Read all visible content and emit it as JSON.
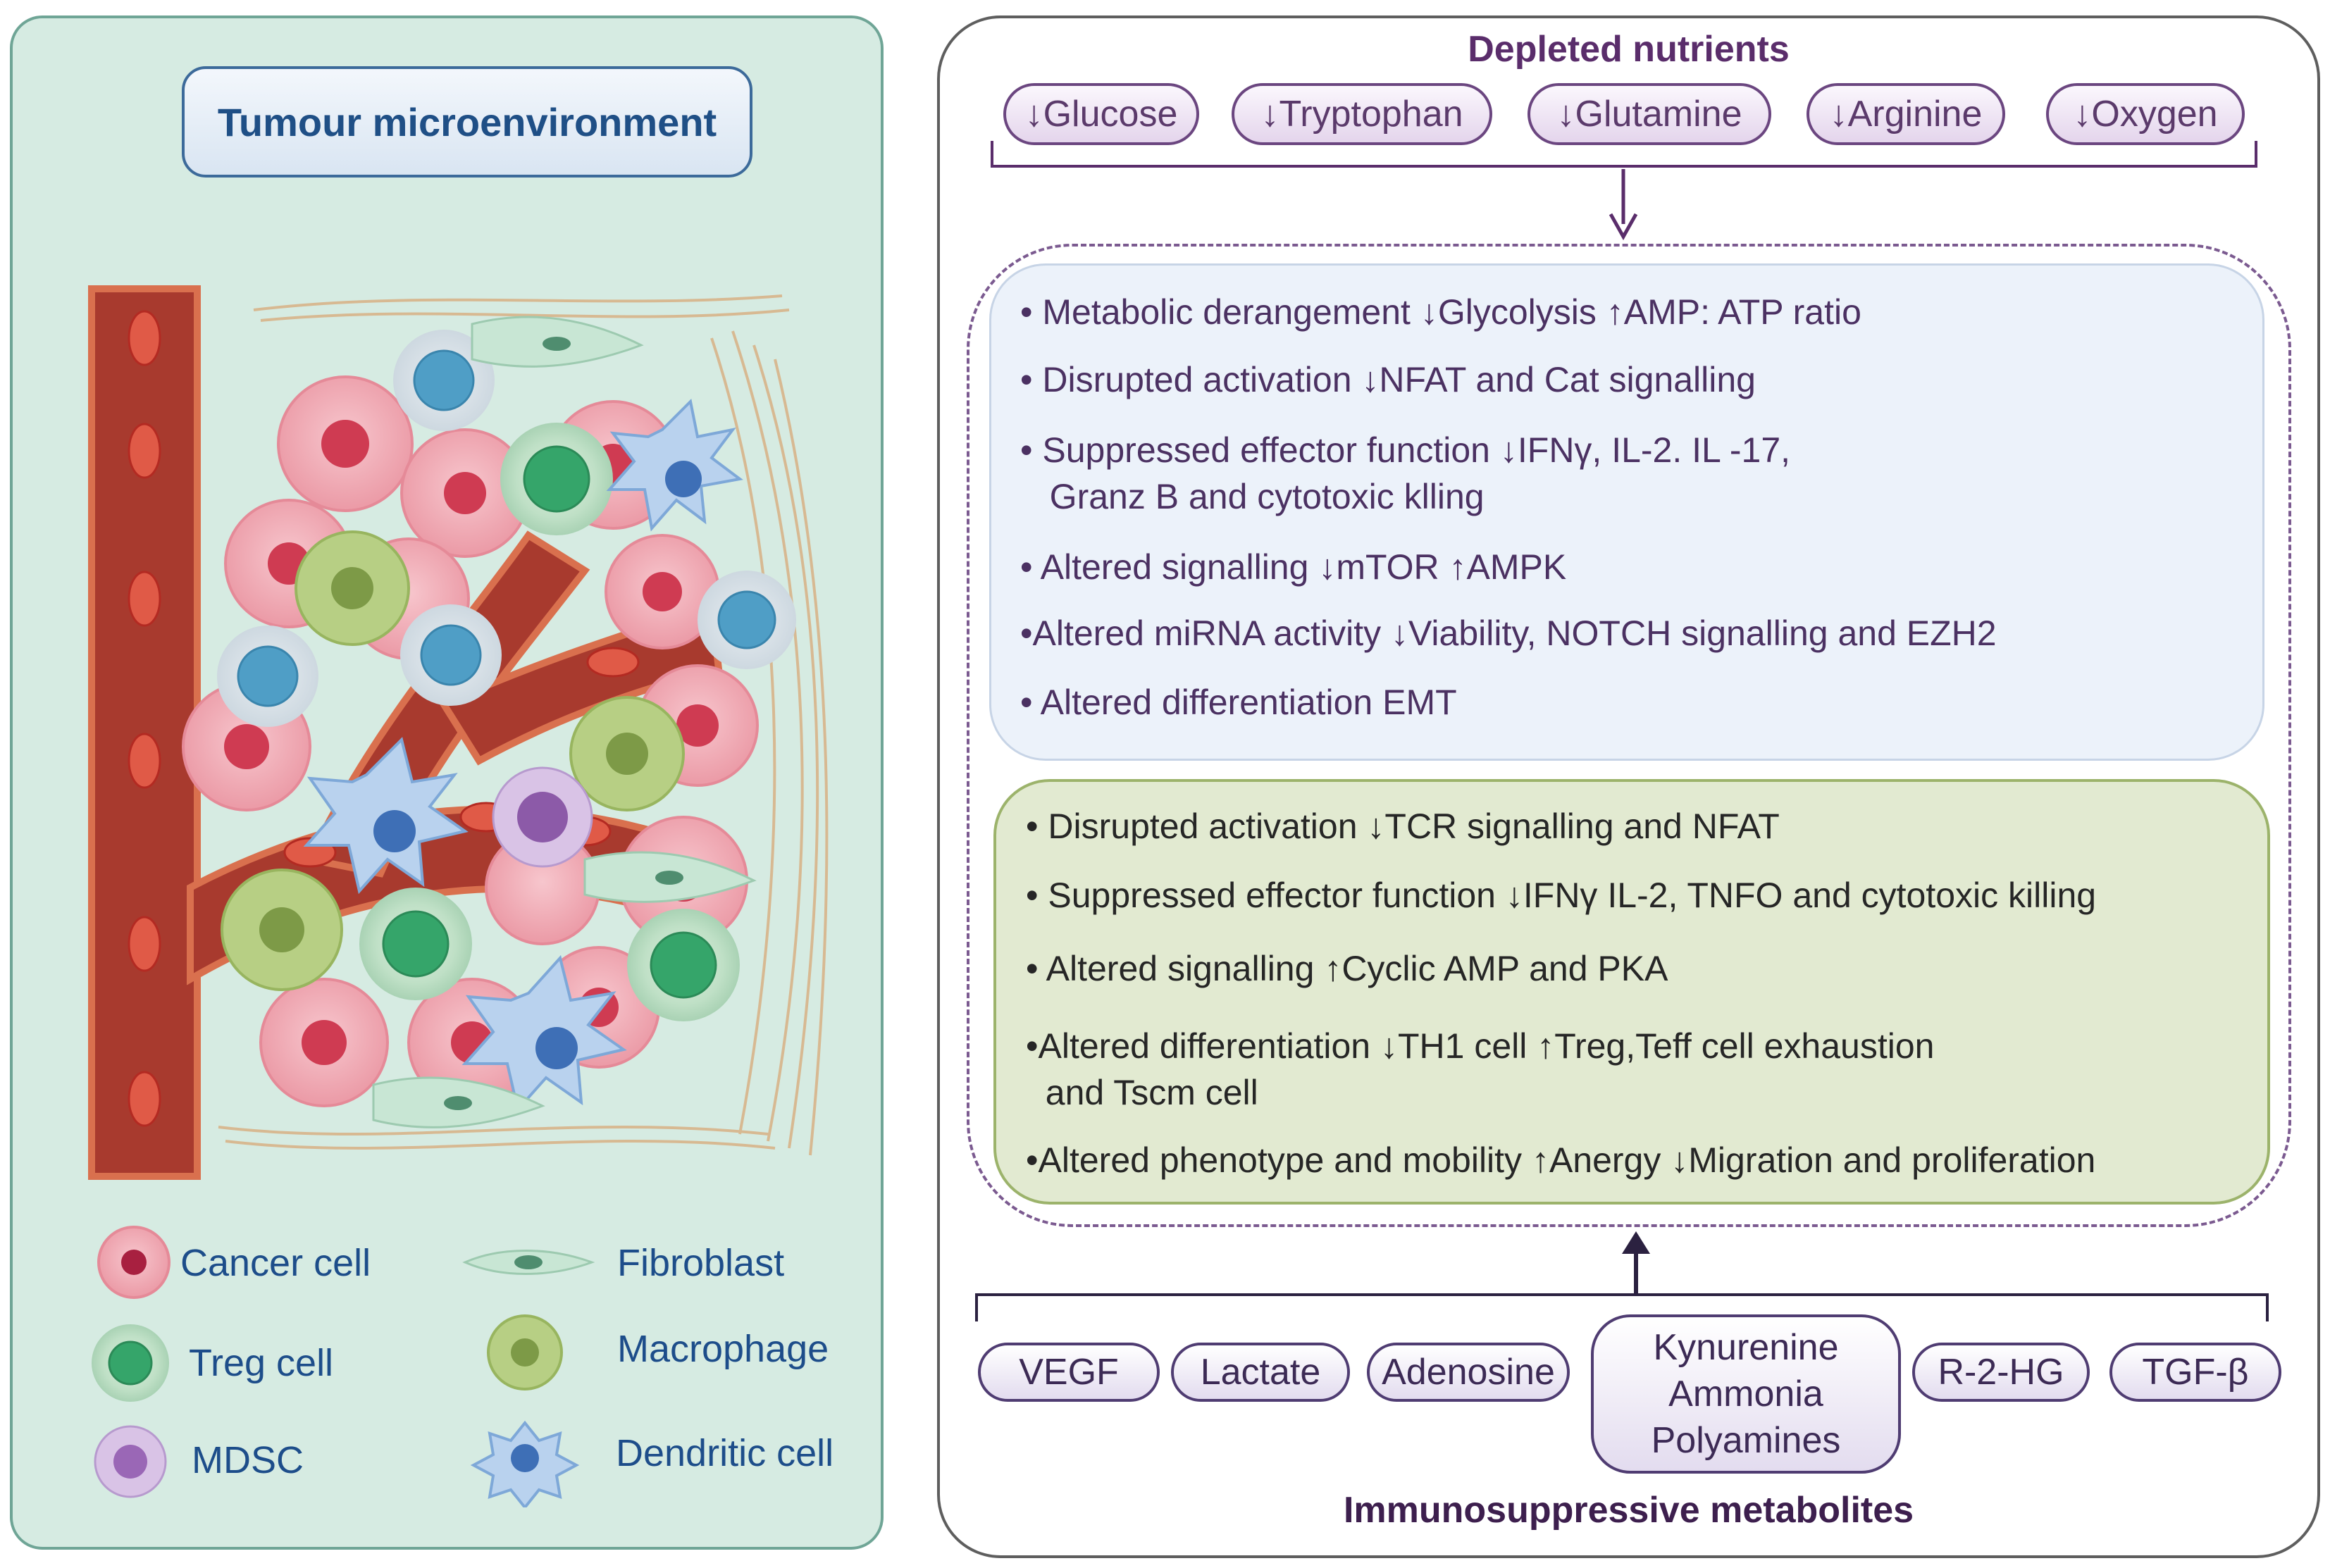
{
  "left_panel": {
    "title": "Tumour microenvironment",
    "legend": [
      {
        "label": "Cancer cell",
        "icon": "cancer-cell-icon"
      },
      {
        "label": "Fibroblast",
        "icon": "fibroblast-icon"
      },
      {
        "label": "Treg cell",
        "icon": "treg-cell-icon"
      },
      {
        "label": "Macrophage",
        "icon": "macrophage-icon"
      },
      {
        "label": "MDSC",
        "icon": "mdsc-icon"
      },
      {
        "label": "Dendritic cell",
        "icon": "dendritic-cell-icon"
      }
    ]
  },
  "right_panel": {
    "depleted_title": "Depleted nutrients",
    "nutrients": [
      "↓Glucose",
      "↓Tryptophan",
      "↓Glutamine",
      "↓Arginine",
      "↓Oxygen"
    ],
    "blue_box": [
      "• Metabolic derangement ↓Glycolysis ↑AMP: ATP ratio",
      "• Disrupted activation ↓NFAT and Cat signalling",
      "• Suppressed effector function ↓IFNγ, IL-2. IL -17,\n   Granz B and cytotoxic klling",
      "• Altered signalling ↓mTOR ↑AMPK",
      "•Altered miRNA activity ↓Viability, NOTCH signalling and EZH2",
      "• Altered differentiation EMT"
    ],
    "green_box": [
      "• Disrupted activation ↓TCR signalling and NFAT",
      "• Suppressed effector function ↓IFNγ IL-2, TNFO and cytotoxic killing",
      "• Altered signalling ↑Cyclic AMP and PKA",
      "•Altered differentiation ↓TH1 cell ↑Treg,Teff cell exhaustion\n  and Tscm cell",
      "•Altered phenotype and mobility ↑Anergy ↓Migration and proliferation"
    ],
    "metabolites": [
      "VEGF",
      "Lactate",
      "Adenosine",
      "Kynurenine\nAmmonia\nPolyamines",
      "R-2-HG",
      "TGF-β"
    ],
    "immuno_title": "Immunosuppressive metabolites"
  },
  "colors": {
    "left_bg": "#d6ebe2",
    "vessel": "#a83a2e",
    "accent_purple": "#5a2d6b",
    "blue_box": "#ecf2fa",
    "green_box": "#e2ead1"
  }
}
